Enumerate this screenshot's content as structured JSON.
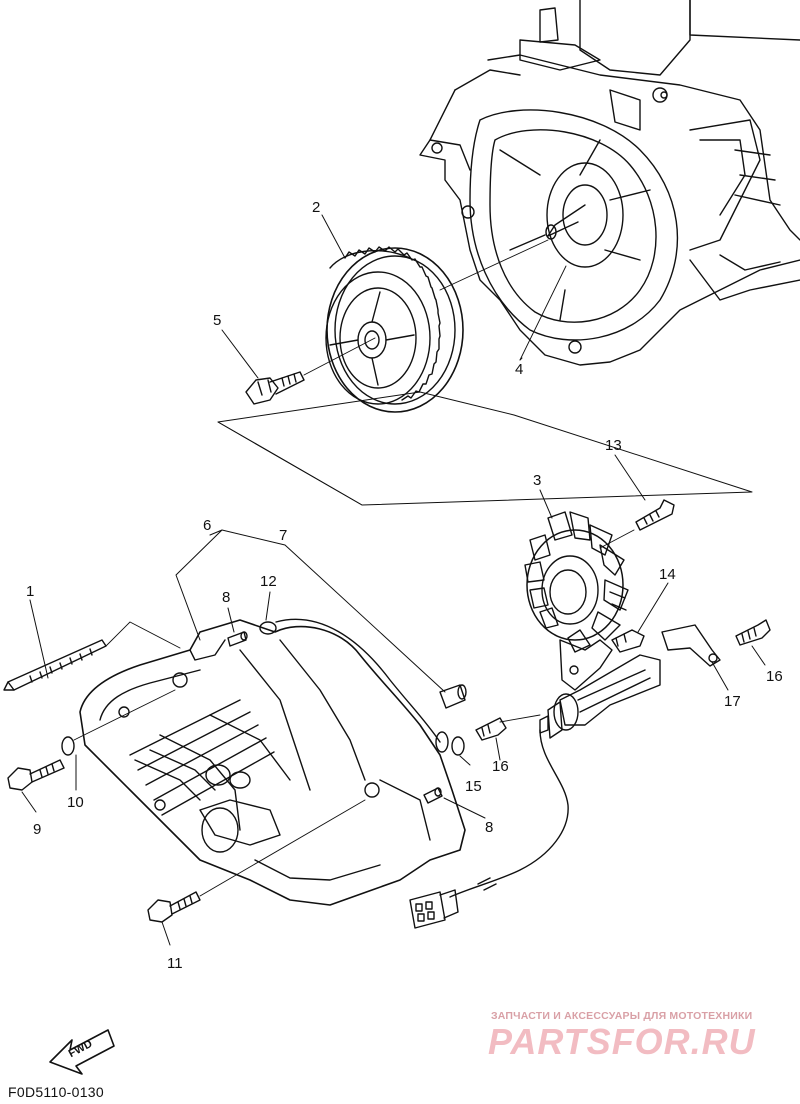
{
  "callouts": {
    "c1": "1",
    "c2": "2",
    "c3": "3",
    "c4": "4",
    "c5": "5",
    "c6": "6",
    "c7": "7",
    "c8a": "8",
    "c8b": "8",
    "c9": "9",
    "c10": "10",
    "c11": "11",
    "c12": "12",
    "c13": "13",
    "c14": "14",
    "c15": "15",
    "c16a": "16",
    "c16b": "16",
    "c17": "17"
  },
  "fwd_label": "FWD",
  "diagram_code": "F0D5110-0130",
  "watermark": {
    "tagline": "ЗАПЧАСТИ И АКСЕССУАРЫ ДЛЯ МОТОТЕХНИКИ",
    "logo": "PARTSFOR.RU"
  }
}
